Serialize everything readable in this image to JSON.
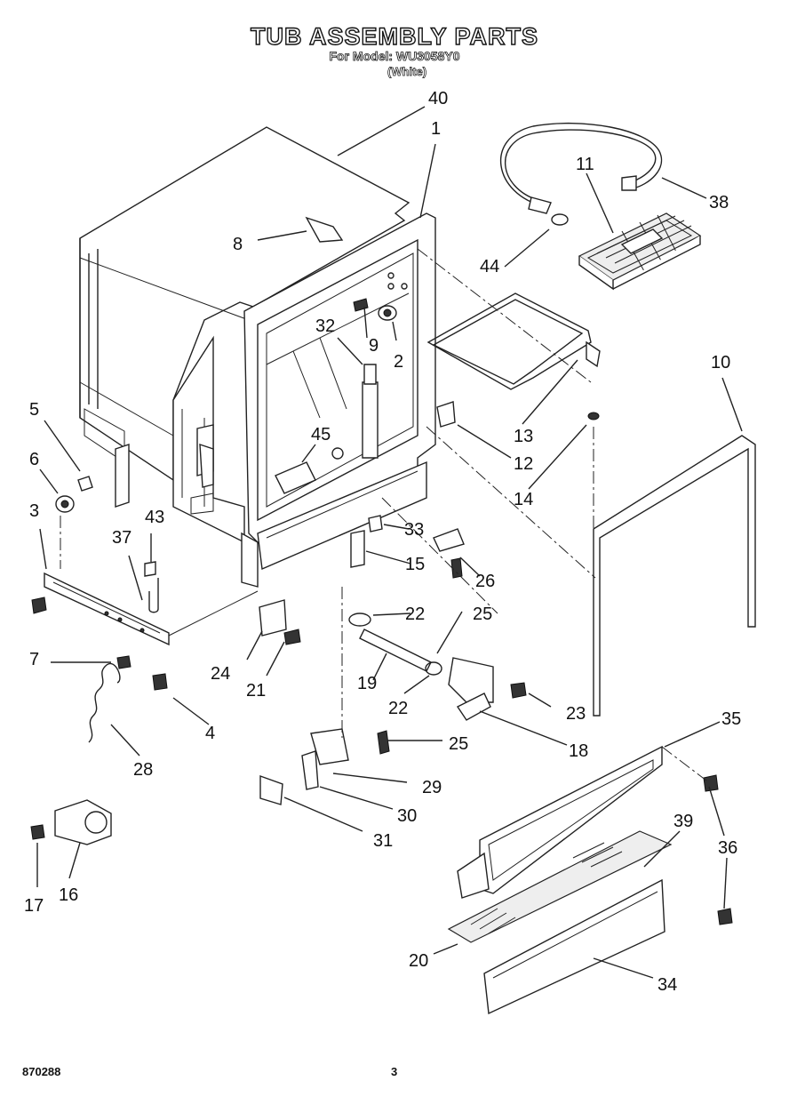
{
  "header": {
    "title": "TUB ASSEMBLY PARTS",
    "model_line": "For Model: WU3058Y0",
    "color_line": "(White)"
  },
  "footer": {
    "doc_number": "870288",
    "page_number": "3"
  },
  "callouts": [
    "40",
    "1",
    "11",
    "38",
    "8",
    "44",
    "10",
    "32",
    "9",
    "2",
    "5",
    "45",
    "13",
    "12",
    "6",
    "3",
    "14",
    "43",
    "33",
    "37",
    "15",
    "26",
    "22",
    "25",
    "7",
    "24",
    "21",
    "19",
    "22b",
    "23",
    "4",
    "18",
    "28",
    "35",
    "25b",
    "29",
    "30",
    "31",
    "39",
    "36",
    "17",
    "16",
    "20",
    "34"
  ],
  "callout_text": {
    "40": "40",
    "1": "1",
    "11": "11",
    "38": "38",
    "8": "8",
    "44": "44",
    "10": "10",
    "32": "32",
    "9": "9",
    "2": "2",
    "5": "5",
    "45": "45",
    "13": "13",
    "12": "12",
    "6": "6",
    "3": "3",
    "14": "14",
    "43": "43",
    "33": "33",
    "37": "37",
    "15": "15",
    "26": "26",
    "22": "22",
    "25": "25",
    "7": "7",
    "24": "24",
    "21": "21",
    "19": "19",
    "22b": "22",
    "23": "23",
    "4": "4",
    "18": "18",
    "28": "28",
    "35": "35",
    "25b": "25",
    "29": "29",
    "30": "30",
    "31": "31",
    "39": "39",
    "36": "36",
    "17": "17",
    "16": "16",
    "20": "20",
    "34": "34"
  }
}
